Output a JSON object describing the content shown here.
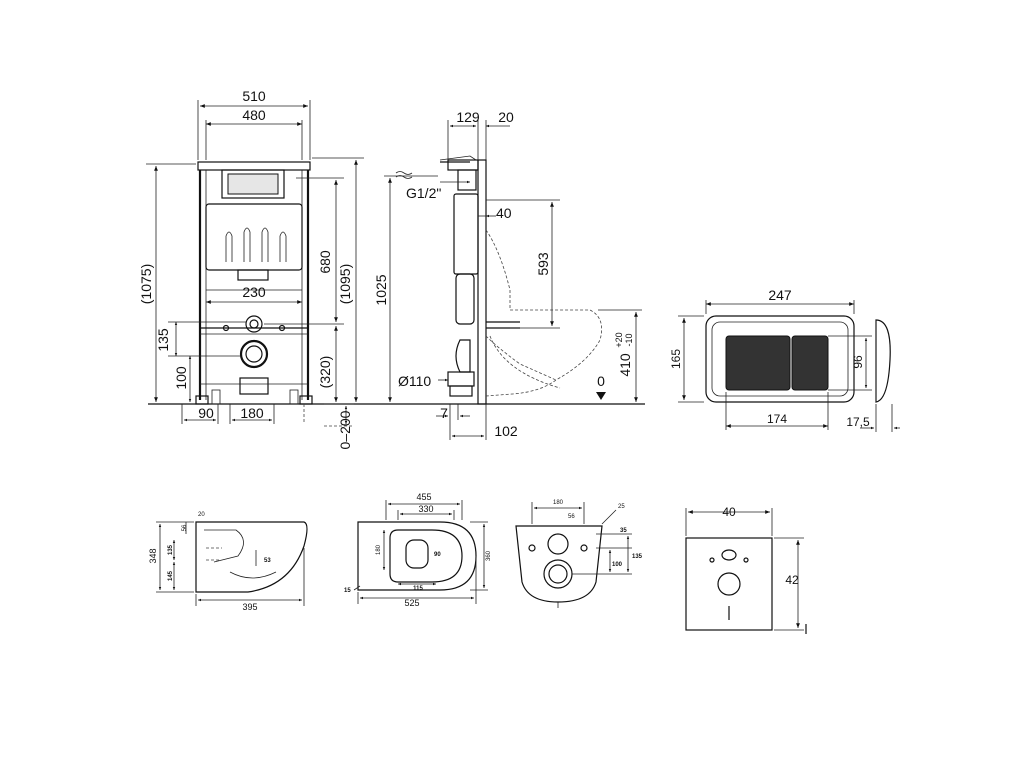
{
  "frame_front": {
    "width_outer": "510",
    "width_inner": "480",
    "pipe_spacing": "230",
    "height_outer": "(1075)",
    "height_total": "(1095)",
    "cistern_height": "680",
    "drain_height": "(320)",
    "offset_upper": "135",
    "offset_lower": "100",
    "foot_left": "90",
    "foot_center": "180",
    "floor_range": "0–200"
  },
  "frame_side": {
    "depth_129": "129",
    "depth_20": "20",
    "water_inlet": "G1/2\"",
    "offset_40": "40",
    "height_1025": "1025",
    "height_593": "593",
    "bowl_height": "410",
    "bowl_tol_plus": "+20",
    "bowl_tol_minus": "-10",
    "drain_diameter": "Ø110",
    "zero_mark": "0",
    "gap_7": "7",
    "offset_102": "102"
  },
  "flush_plate": {
    "width_outer": "247",
    "width_inner": "174",
    "height_outer": "165",
    "height_inner": "96",
    "thickness": "17,5"
  },
  "bowl_side": {
    "height_348": "348",
    "d135": "135",
    "d145": "145",
    "d56": "56",
    "d20": "20",
    "d53": "53",
    "length_395": "395"
  },
  "bowl_top": {
    "w455": "455",
    "w330": "330",
    "h180": "180",
    "d90": "90",
    "h360": "360",
    "d15": "15",
    "d115": "115",
    "l525": "525"
  },
  "bowl_back": {
    "w180": "180",
    "d25": "25",
    "d56": "56",
    "d35": "35",
    "d135": "135",
    "d100": "100"
  },
  "gasket": {
    "width": "40",
    "height": "42"
  }
}
